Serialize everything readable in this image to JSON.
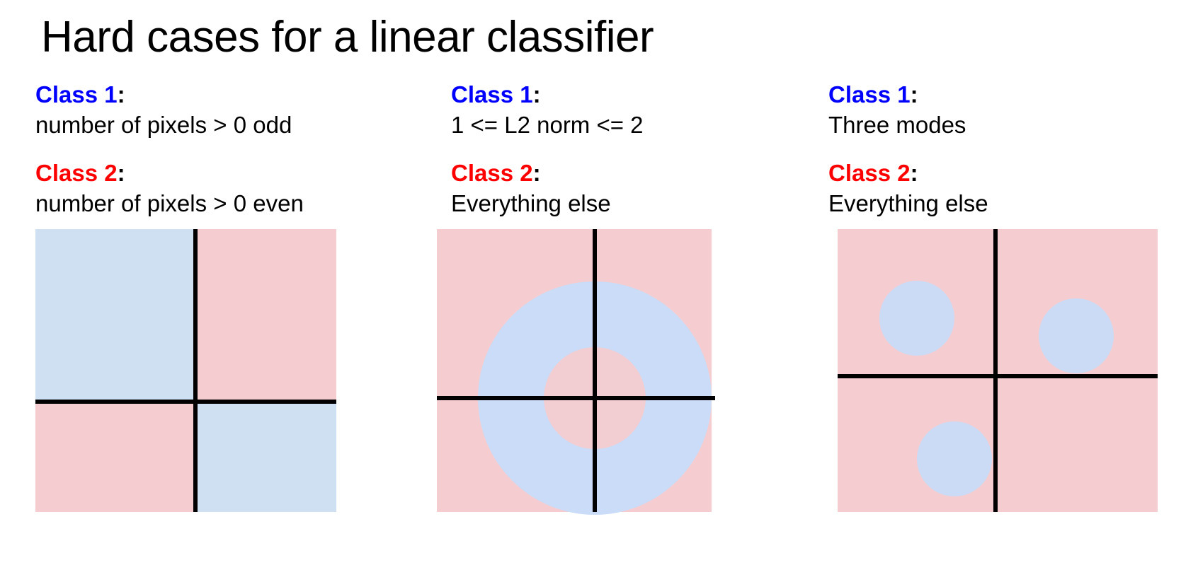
{
  "slide": {
    "title": "Hard cases for a linear classifier",
    "background_color": "#ffffff"
  },
  "palette": {
    "class1_label_color": "#0000ff",
    "class2_label_color": "#ff0000",
    "region_blue": "#cfe0f2",
    "region_pink": "#f5cdd0",
    "shape_blue": "#cbdbf5",
    "axis_line_color": "#000000",
    "text_color": "#000000"
  },
  "columns": [
    {
      "id": "parity",
      "class1_label": "Class 1",
      "class1_colon": ":",
      "class1_desc": "number of pixels > 0 odd",
      "class2_label": "Class 2",
      "class2_colon": ":",
      "class2_desc": "number of pixels > 0 even"
    },
    {
      "id": "l2-norm-ring",
      "class1_label": "Class 1",
      "class1_colon": ":",
      "class1_desc": "1 <= L2 norm <= 2",
      "class2_label": "Class 2",
      "class2_colon": ":",
      "class2_desc": "Everything else"
    },
    {
      "id": "three-modes",
      "class1_label": "Class 1",
      "class1_colon": ":",
      "class1_desc": "Three modes",
      "class2_label": "Class 2",
      "class2_colon": ":",
      "class2_desc": "Everything else"
    }
  ],
  "chart_data": [
    {
      "type": "region-map",
      "id": "parity-xor",
      "title": "Class 1: number of pixels > 0 odd / Class 2: number of pixels > 0 even",
      "description": "XOR / checkerboard decision regions split by two axes through the origin",
      "axes": {
        "vertical_x": 0,
        "horizontal_y": 0,
        "grid": false
      },
      "xlim": [
        -1,
        1
      ],
      "ylim": [
        -1,
        1
      ],
      "regions": [
        {
          "name": "quadrant-top-left",
          "x_range": [
            -1,
            0
          ],
          "y_range": [
            0,
            1
          ],
          "class": "Class 1",
          "color": "#cfe0f2"
        },
        {
          "name": "quadrant-top-right",
          "x_range": [
            0,
            1
          ],
          "y_range": [
            0,
            1
          ],
          "class": "Class 2",
          "color": "#f5cdd0"
        },
        {
          "name": "quadrant-bottom-left",
          "x_range": [
            -1,
            0
          ],
          "y_range": [
            -1,
            0
          ],
          "class": "Class 2",
          "color": "#f5cdd0"
        },
        {
          "name": "quadrant-bottom-right",
          "x_range": [
            0,
            1
          ],
          "y_range": [
            -1,
            0
          ],
          "class": "Class 1",
          "color": "#cfe0f2"
        }
      ]
    },
    {
      "type": "region-map",
      "id": "l2-annulus",
      "title": "Class 1: 1 <= L2 norm <= 2 / Class 2: Everything else",
      "description": "Annulus (ring) decision region centered at origin",
      "axes": {
        "vertical_x": 0,
        "horizontal_y": 0,
        "grid": false
      },
      "xlim": [
        -2.6,
        2.6
      ],
      "ylim": [
        -2.6,
        2.6
      ],
      "regions": [
        {
          "name": "background",
          "shape": "square",
          "class": "Class 2",
          "color": "#f5cdd0"
        },
        {
          "name": "outer-disk",
          "shape": "circle",
          "center": [
            0,
            0
          ],
          "radius": 2,
          "class": "Class 1",
          "color": "#cadcf7"
        },
        {
          "name": "inner-hole",
          "shape": "circle",
          "center": [
            0,
            0
          ],
          "radius": 1,
          "class": "Class 2",
          "color": "#f2cdd1"
        }
      ]
    },
    {
      "type": "region-map",
      "id": "three-modes",
      "title": "Class 1: Three modes / Class 2: Everything else",
      "description": "Three disjoint circular modes belong to Class 1, remainder is Class 2",
      "axes": {
        "vertical_x": 0,
        "horizontal_y": 0,
        "grid": false
      },
      "xlim": [
        -1,
        1
      ],
      "ylim": [
        -1,
        1
      ],
      "regions": [
        {
          "name": "background",
          "shape": "square",
          "class": "Class 2",
          "color": "#f5cdd0"
        },
        {
          "name": "mode-top-left",
          "shape": "circle",
          "center": [
            -0.5,
            0.48
          ],
          "radius": 0.175,
          "class": "Class 1",
          "color": "#cbdbf5"
        },
        {
          "name": "mode-top-right",
          "shape": "circle",
          "center": [
            0.64,
            0.35
          ],
          "radius": 0.175,
          "class": "Class 1",
          "color": "#cbdbf5"
        },
        {
          "name": "mode-bottom-left",
          "shape": "circle",
          "center": [
            -0.27,
            -0.55
          ],
          "radius": 0.175,
          "class": "Class 1",
          "color": "#cbdbf5"
        }
      ]
    }
  ]
}
